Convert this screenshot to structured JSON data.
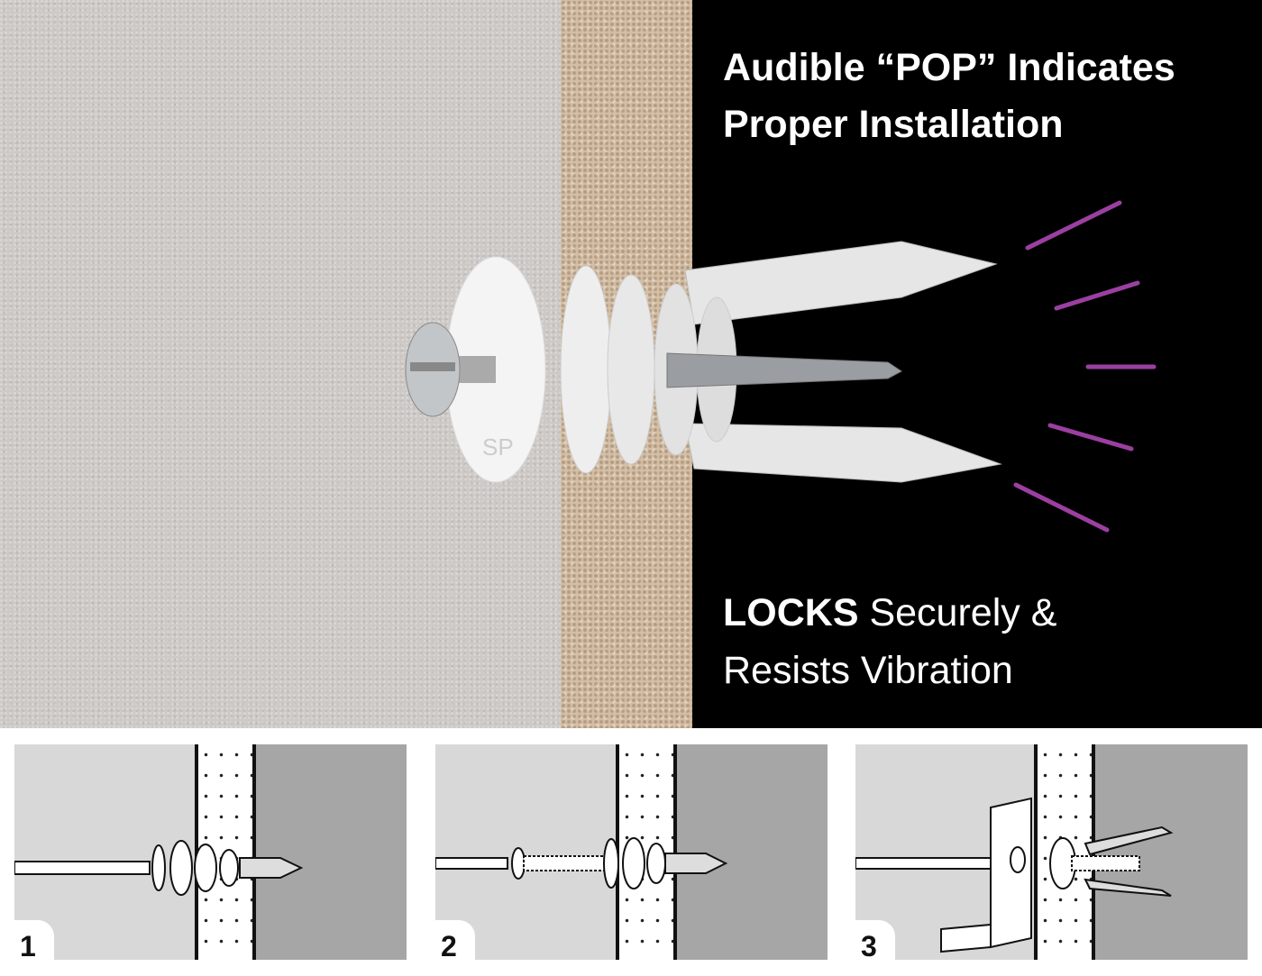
{
  "hero": {
    "headline_line1": "Audible “POP” Indicates",
    "headline_line2": "Proper Installation",
    "lock_bold": "LOCKS",
    "lock_rest": " Securely &",
    "lock_line2": "Resists Vibration",
    "accent_color": "#9b3fa0",
    "washer_marking": "SP"
  },
  "steps": [
    {
      "number": "1"
    },
    {
      "number": "2"
    },
    {
      "number": "3"
    }
  ]
}
